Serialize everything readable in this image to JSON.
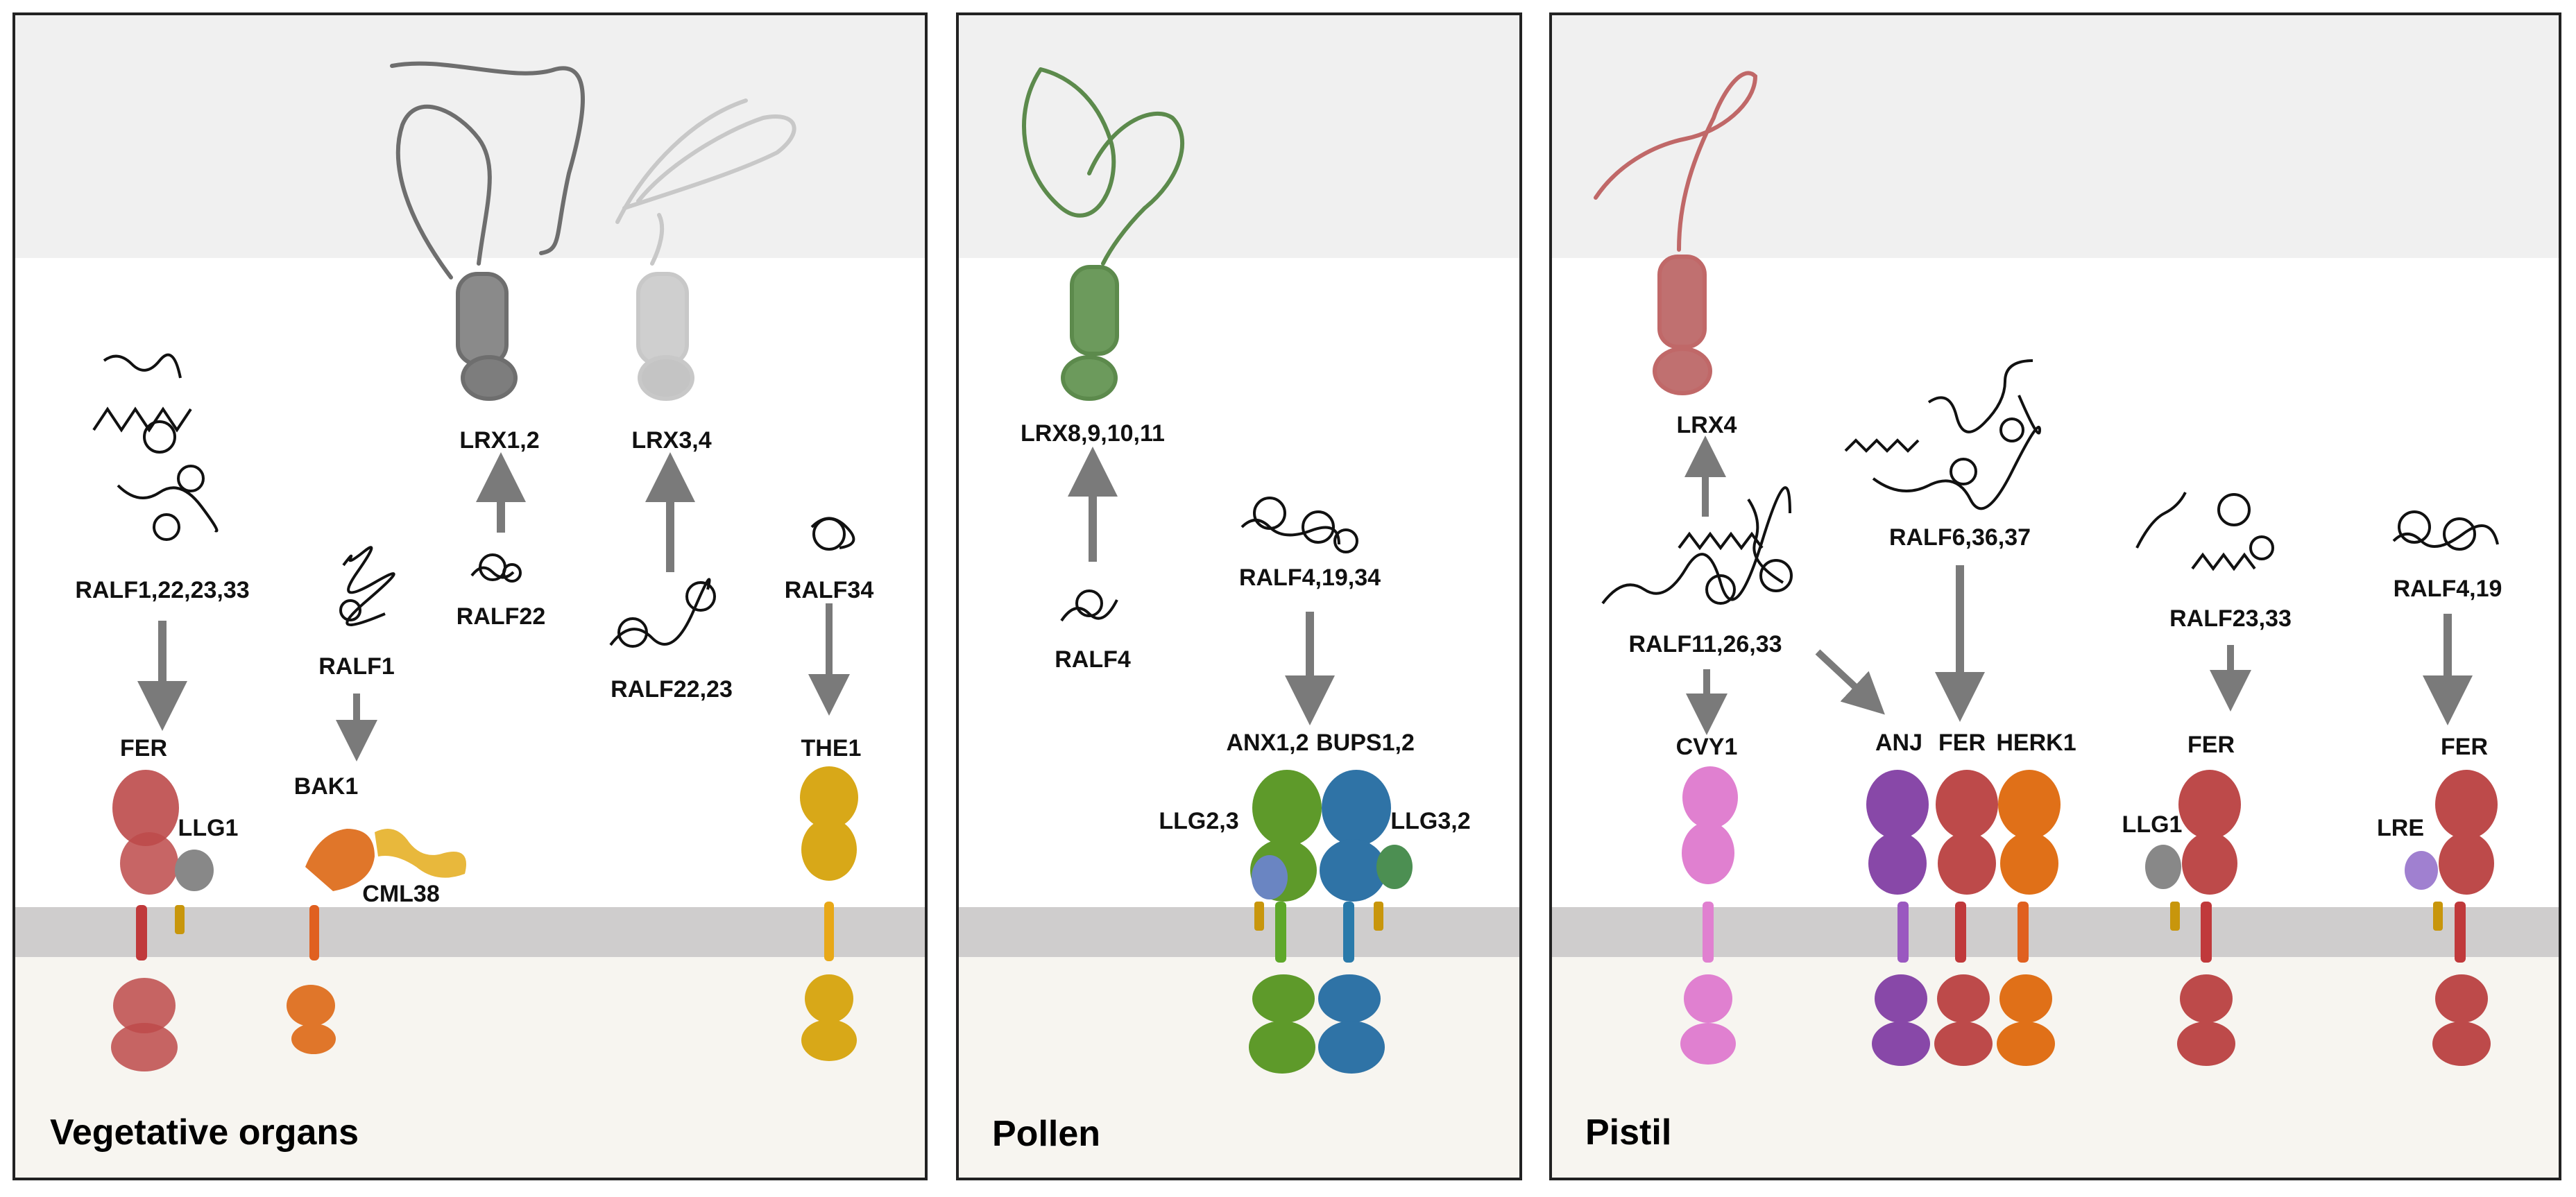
{
  "colors": {
    "outer_band": "#f0f0f0",
    "extracellular": "#ffffff",
    "membrane": "#cfcdcd",
    "cytoplasm": "#f7f5f0",
    "panel_border": "#222222",
    "arrow": "#7a7a7a",
    "fer": "#bd4a4a",
    "llg": "#c8960c",
    "llg_body": "#888888",
    "bak1": "#e0762a",
    "cml38": "#e8b83c",
    "the1": "#d8a818",
    "lrx_dark": "#6e6e6e",
    "lrx_light": "#c8c8c8",
    "pollen_lrx": "#5c8a4c",
    "anx": "#5e9a2a",
    "bups": "#2f73a6",
    "llg_pollen_left": "#6a85c2",
    "llg_pollen_right": "#4c8f52",
    "pistil_lrx": "#c06868",
    "cvy1": "#e080d0",
    "anj": "#8848a8",
    "herk1": "#e07018",
    "lre": "#a080d0",
    "ralf": "#111111"
  },
  "panels": [
    {
      "title": "Vegetative organs",
      "labels": {
        "lrx12": "LRX1,2",
        "lrx34": "LRX3,4",
        "ralf22": "RALF22",
        "ralf2223": "RALF22,23",
        "ralf1_22_23_33": "RALF1,22,23,33",
        "ralf1": "RALF1",
        "ralf34": "RALF34",
        "fer": "FER",
        "llg1": "LLG1",
        "bak1": "BAK1",
        "cml38": "CML38",
        "the1": "THE1"
      }
    },
    {
      "title": "Pollen",
      "labels": {
        "lrx": "LRX8,9,10,11",
        "ralf4": "RALF4",
        "ralf4_19_34": "RALF4,19,34",
        "anx": "ANX1,2",
        "bups": "BUPS1,2",
        "llg23": "LLG2,3",
        "llg32": "LLG3,2"
      }
    },
    {
      "title": "Pistil",
      "labels": {
        "lrx4": "LRX4",
        "ralf11_26_33": "RALF11,26,33",
        "ralf6_36_37": "RALF6,36,37",
        "ralf23_33": "RALF23,33",
        "ralf4_19": "RALF4,19",
        "cvy1": "CVY1",
        "anj": "ANJ",
        "fer": "FER",
        "herk1": "HERK1",
        "fer2": "FER",
        "llg1": "LLG1",
        "fer3": "FER",
        "lre": "LRE"
      }
    }
  ]
}
